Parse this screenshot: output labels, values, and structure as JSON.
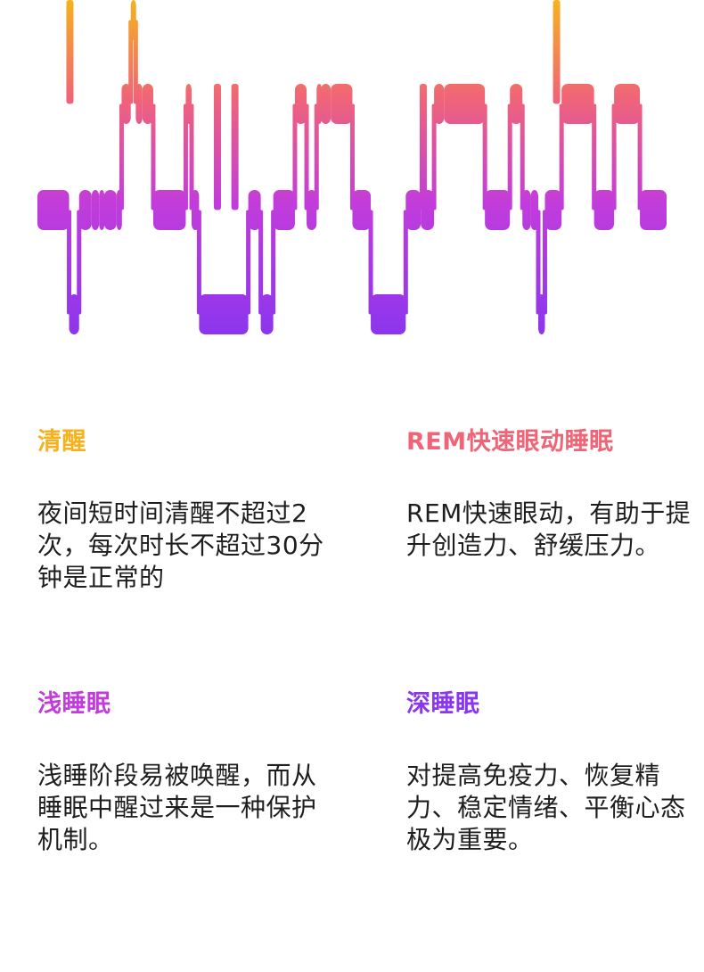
{
  "chart_data": {
    "type": "hypnogram",
    "stages": [
      {
        "key": "awake",
        "name": "清醒",
        "color": "#F5B21E"
      },
      {
        "key": "rem",
        "name": "REM快速眼动睡眠",
        "color": "#F06478"
      },
      {
        "key": "light",
        "name": "浅睡眠",
        "color": "#C23CDB"
      },
      {
        "key": "deep",
        "name": "深睡眠",
        "color": "#8A35EE"
      }
    ],
    "gradient_colors": [
      "#F5B21E",
      "#F06478",
      "#C23CDB",
      "#8A35EE"
    ],
    "segments": [
      {
        "start": 0.0,
        "end": 3.8,
        "stage": "light"
      },
      {
        "start": 3.8,
        "end": 5.0,
        "stage": "deep"
      },
      {
        "start": 5.0,
        "end": 6.5,
        "stage": "light"
      },
      {
        "start": 6.5,
        "end": 7.4,
        "stage": "light"
      },
      {
        "start": 7.4,
        "end": 8.0,
        "stage": "light"
      },
      {
        "start": 8.0,
        "end": 9.5,
        "stage": "light"
      },
      {
        "start": 9.5,
        "end": 10.1,
        "stage": "light"
      },
      {
        "start": 10.1,
        "end": 11.2,
        "stage": "rem"
      },
      {
        "start": 11.2,
        "end": 11.8,
        "stage": "awake"
      },
      {
        "start": 11.8,
        "end": 12.6,
        "stage": "rem"
      },
      {
        "start": 12.6,
        "end": 13.9,
        "stage": "rem"
      },
      {
        "start": 13.9,
        "end": 17.8,
        "stage": "light"
      },
      {
        "start": 17.8,
        "end": 18.5,
        "stage": "rem"
      },
      {
        "start": 18.5,
        "end": 19.4,
        "stage": "light"
      },
      {
        "start": 19.4,
        "end": 25.3,
        "stage": "deep"
      },
      {
        "start": 25.3,
        "end": 26.8,
        "stage": "light"
      },
      {
        "start": 26.8,
        "end": 28.3,
        "stage": "deep"
      },
      {
        "start": 28.3,
        "end": 30.9,
        "stage": "light"
      },
      {
        "start": 30.9,
        "end": 32.3,
        "stage": "rem"
      },
      {
        "start": 32.3,
        "end": 33.5,
        "stage": "light"
      },
      {
        "start": 33.5,
        "end": 34.0,
        "stage": "rem"
      },
      {
        "start": 34.0,
        "end": 35.2,
        "stage": "rem"
      },
      {
        "start": 35.2,
        "end": 37.8,
        "stage": "rem"
      },
      {
        "start": 37.8,
        "end": 40.0,
        "stage": "light"
      },
      {
        "start": 40.0,
        "end": 44.2,
        "stage": "deep"
      },
      {
        "start": 44.2,
        "end": 46.0,
        "stage": "light"
      },
      {
        "start": 46.0,
        "end": 47.6,
        "stage": "light"
      },
      {
        "start": 47.6,
        "end": 48.8,
        "stage": "rem"
      },
      {
        "start": 48.8,
        "end": 53.7,
        "stage": "rem"
      },
      {
        "start": 53.7,
        "end": 56.7,
        "stage": "light"
      },
      {
        "start": 56.7,
        "end": 58.2,
        "stage": "rem"
      },
      {
        "start": 58.2,
        "end": 59.2,
        "stage": "light"
      },
      {
        "start": 59.2,
        "end": 60.1,
        "stage": "light"
      },
      {
        "start": 60.1,
        "end": 60.9,
        "stage": "deep"
      },
      {
        "start": 60.9,
        "end": 62.9,
        "stage": "light"
      },
      {
        "start": 62.9,
        "end": 66.8,
        "stage": "rem"
      },
      {
        "start": 66.8,
        "end": 69.2,
        "stage": "light"
      },
      {
        "start": 69.2,
        "end": 72.3,
        "stage": "rem"
      },
      {
        "start": 72.3,
        "end": 75.5,
        "stage": "light"
      }
    ],
    "brief_spikes": [
      {
        "at": 3.9,
        "stage": "awake",
        "from": "rem"
      },
      {
        "at": 21.6,
        "stage": "rem",
        "from": "light"
      },
      {
        "at": 23.7,
        "stage": "rem",
        "from": "light"
      },
      {
        "at": 46.3,
        "stage": "rem",
        "from": "light"
      },
      {
        "at": 62.3,
        "stage": "awake",
        "from": "rem"
      }
    ]
  },
  "legend": {
    "awake": {
      "title": "清醒",
      "description": "夜间短时间清醒不超过2次，每次时长不超过30分钟是正常的"
    },
    "rem": {
      "title": "REM快速眼动睡眠",
      "description": "REM快速眼动，有助于提升创造力、舒缓压力。"
    },
    "light": {
      "title": "浅睡眠",
      "description": "浅睡阶段易被唤醒，而从睡眠中醒过来是一种保护机制。"
    },
    "deep": {
      "title": "深睡眠",
      "description": "对提高免疫力、恢复精力、稳定情绪、平衡心态极为重要。"
    }
  }
}
